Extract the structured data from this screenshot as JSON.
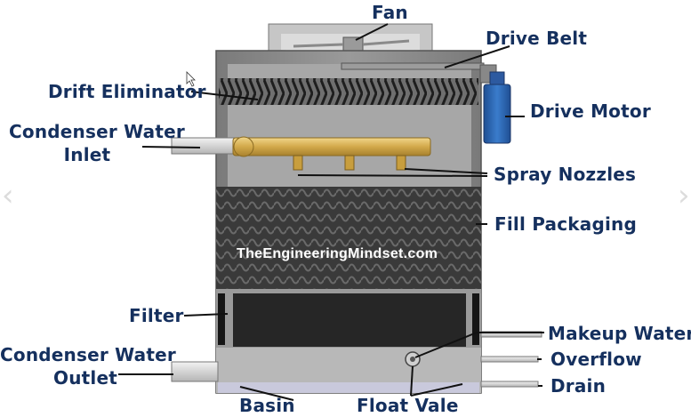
{
  "labels": {
    "fan": "Fan",
    "drive_belt": "Drive Belt",
    "drift_eliminator": "Drift Eliminator",
    "drive_motor": "Drive Motor",
    "condenser_water_inlet_line1": "Condenser Water",
    "condenser_water_inlet_line2": "Inlet",
    "spray_nozzles": "Spray Nozzles",
    "fill_packaging": "Fill Packaging",
    "filter": "Filter",
    "makeup_water": "Makeup Water",
    "condenser_water_outlet_line1": "Condenser Water",
    "condenser_water_outlet_line2": "Outlet",
    "overflow": "Overflow",
    "drain": "Drain",
    "basin": "Basin",
    "float_vale": "Float Vale"
  },
  "watermark": "TheEngineeringMindset.com",
  "nav": {
    "prev_icon": "chevron-left-icon",
    "next_icon": "chevron-right-icon"
  },
  "colors": {
    "label_text": "#15305e",
    "tower_body": "#8a8a8a",
    "fill_packaging": "#3c3c3c",
    "inlet_pipe": "#d9b45c",
    "drive_motor": "#2a64b0",
    "basin_water": "#c9c9dc"
  }
}
